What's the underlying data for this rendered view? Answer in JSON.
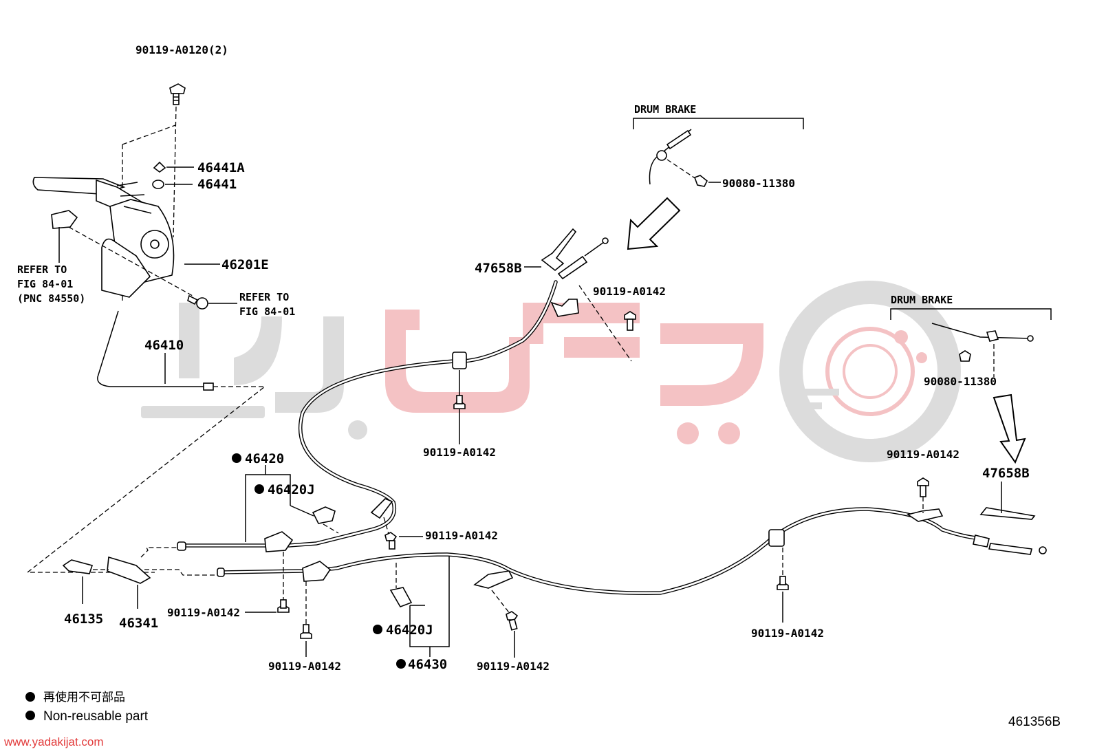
{
  "diagram_code": "461356B",
  "watermark": {
    "url": "www.yadakijat.com"
  },
  "labels": {
    "bolt_top": "90119-A0120(2)",
    "p46441A": "46441A",
    "p46441": "46441",
    "p46201E": "46201E",
    "refer1": [
      "REFER TO",
      "FIG 84-01",
      "(PNC 84550)"
    ],
    "refer2": [
      "REFER TO",
      "FIG 84-01"
    ],
    "p46410": "46410",
    "drum_brake_1": "DRUM BRAKE",
    "drum_brake_2": "DRUM BRAKE",
    "p90080_a": "90080-11380",
    "p90080_b": "90080-11380",
    "p47658B_a": "47658B",
    "p47658B_b": "47658B",
    "bolt_a0142_1": "90119-A0142",
    "bolt_a0142_2": "90119-A0142",
    "bolt_a0142_3": "90119-A0142",
    "bolt_a0142_4": "90119-A0142",
    "bolt_a0142_5": "90119-A0142",
    "bolt_a0142_6": "90119-A0142",
    "bolt_a0142_7": "90119-A0142",
    "bolt_a0142_8": "90119-A0142",
    "p46420": "46420",
    "p46420J_a": "46420J",
    "p46420J_b": "46420J",
    "p46430": "46430",
    "p46135": "46135",
    "p46341": "46341"
  },
  "legend": {
    "jp": "再使用不可部品",
    "en": "Non-reusable part"
  }
}
